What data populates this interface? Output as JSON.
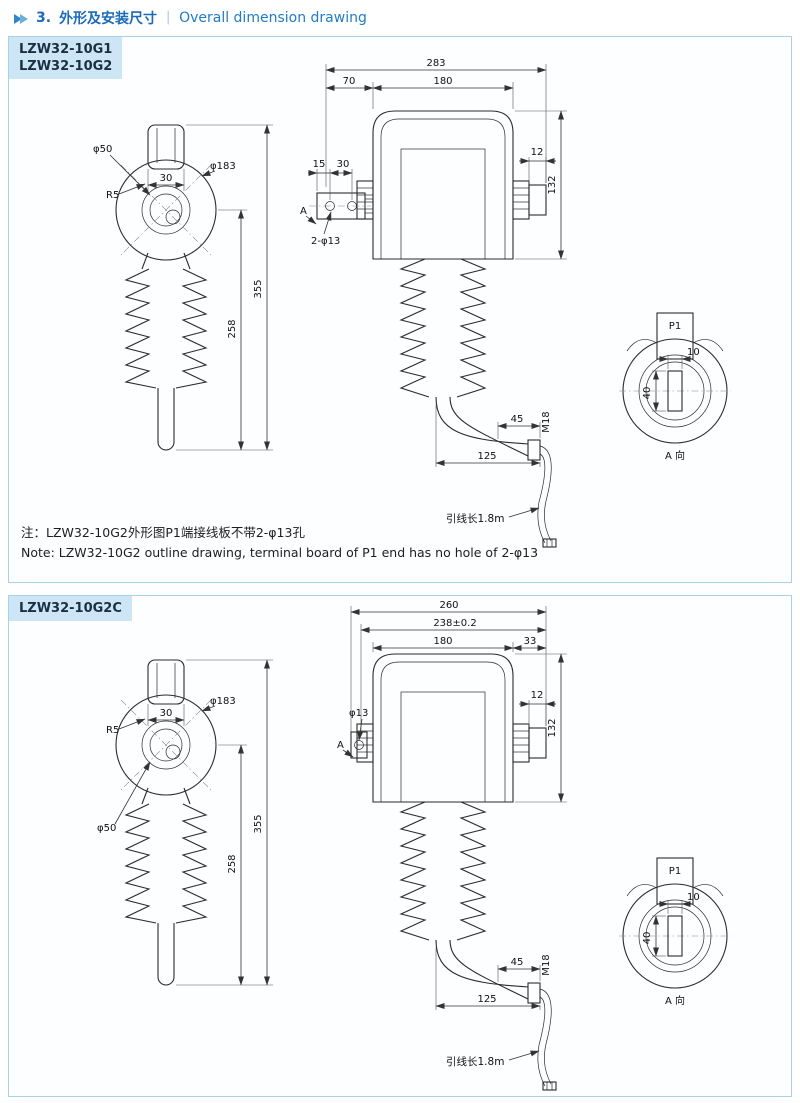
{
  "colors": {
    "accent": "#1f6fbe",
    "label_bg": "#cde6f6",
    "panel_border": "#aacfe8",
    "line": "#2b2b2b"
  },
  "header": {
    "num": "3.",
    "title_cn": "外形及安装尺寸",
    "sep": "｜",
    "title_en": "Overall dimension drawing"
  },
  "s1": {
    "model1": "LZW32-10G1",
    "model2": "LZW32-10G2",
    "front": {
      "dim30": "30",
      "r5": "R5",
      "phi50": "φ50",
      "phi183": "φ183",
      "dim258": "258",
      "dim355": "355"
    },
    "side": {
      "dim283": "283",
      "dim70": "70",
      "dim180": "180",
      "dim15": "15",
      "dim30": "30",
      "label_a": "A",
      "holes": "2-φ13",
      "dim12": "12",
      "dim132": "132",
      "dim45": "45",
      "m18": "M18",
      "dim125": "125",
      "lead": "引线长1.8m"
    },
    "aview": {
      "p1": "P1",
      "dim10": "10",
      "dim40": "40",
      "label": "A 向"
    },
    "note_cn": "注：LZW32-10G2外形图P1端接线板不带2-φ13孔",
    "note_en": "Note: LZW32-10G2 outline drawing, terminal board of P1 end has no hole of 2-φ13"
  },
  "s2": {
    "model1": "LZW32-10G2C",
    "front": {
      "dim30": "30",
      "r5": "R5",
      "phi50": "φ50",
      "phi183": "φ183",
      "dim258": "258",
      "dim355": "355"
    },
    "side": {
      "dim260": "260",
      "dim238": "238±0.2",
      "dim180": "180",
      "dim33": "33",
      "phi13": "φ13",
      "label_a": "A",
      "dim12": "12",
      "dim132": "132",
      "dim45": "45",
      "m18": "M18",
      "dim125": "125",
      "lead": "引线长1.8m"
    },
    "aview": {
      "p1": "P1",
      "dim10": "10",
      "dim40": "40",
      "label": "A 向"
    }
  }
}
